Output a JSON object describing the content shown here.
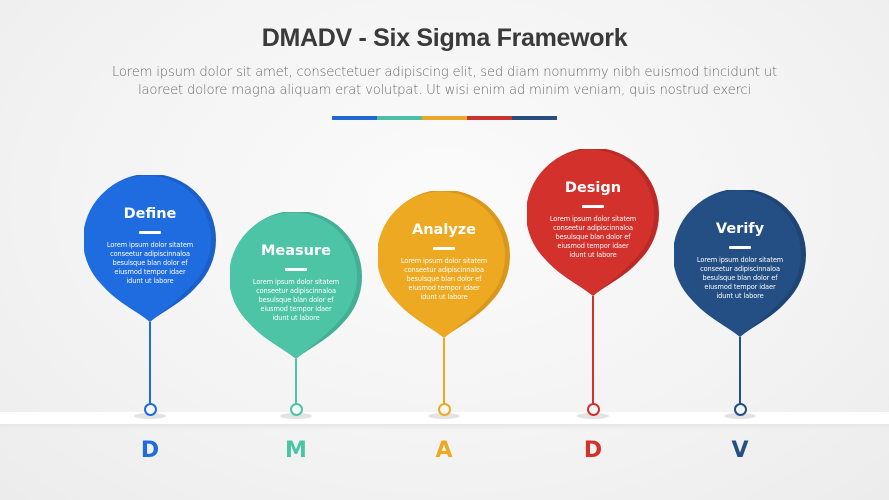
{
  "header": {
    "title": "DMADV - Six Sigma Framework",
    "subtitle_line1": "Lorem ipsum dolor sit amet, consectetuer adipiscing elit, sed diam nonummy nibh euismod tincidunt ut",
    "subtitle_line2": "laoreet dolore magna aliquam erat volutpat. Ut wisi enim ad minim veniam, quis nostrud exerci"
  },
  "colorbar": [
    "#2467d6",
    "#4dbfa4",
    "#eaa82b",
    "#c9342f",
    "#2a4f7e"
  ],
  "steps": [
    {
      "title": "Define",
      "letter": "D",
      "color": "#1f6ce0",
      "shade": "#1b5fc8",
      "text": [
        "Lorem ipsum dolor sitatem",
        "conseetur adipiscinnaloa",
        "besulsque blan dolor ef",
        "eiusmod tempor idaer",
        "idunt ut labore"
      ]
    },
    {
      "title": "Measure",
      "letter": "M",
      "color": "#4dc4a5",
      "shade": "#43b095",
      "text": [
        "Lorem ipsum dolor sitatem",
        "conseetur adipiscinnaloa",
        "besulsque blan dolor ef",
        "eiusmod tempor idaer",
        "idunt ut labore"
      ]
    },
    {
      "title": "Analyze",
      "letter": "A",
      "color": "#eda921",
      "shade": "#d9981a",
      "text": [
        "Lorem ipsum dolor sitatem",
        "conseetur adipiscinnaloa",
        "besulsque blan dolor ef",
        "eiusmod tempor idaer",
        "idunt ut labore"
      ]
    },
    {
      "title": "Design",
      "letter": "D",
      "color": "#d3312c",
      "shade": "#bb2a26",
      "text": [
        "Lorem ipsum dolor sitatem",
        "conseetur adipiscinnaloa",
        "besulsque blan dolor ef",
        "eiusmod tempor idaer",
        "idunt ut labore"
      ]
    },
    {
      "title": "Verify",
      "letter": "V",
      "color": "#234f85",
      "shade": "#1e4575",
      "text": [
        "Lorem ipsum dolor sitatem",
        "conseetur adipiscinnaloa",
        "besulsque blan dolor ef",
        "eiusmod tempor idaer",
        "idunt ut labore"
      ]
    }
  ]
}
